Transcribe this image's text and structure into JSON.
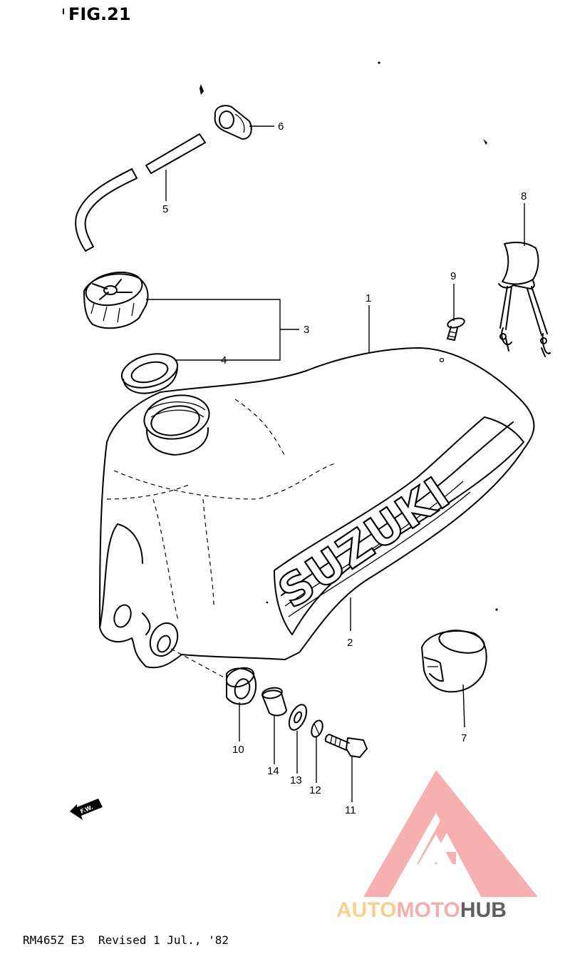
{
  "figure": {
    "title": "FIG.21",
    "caption": "RM465Z E3  Revised 1 Jul., '82"
  },
  "tank_logo": "SUZUKI",
  "callouts": [
    "1",
    "2",
    "3",
    "4",
    "5",
    "6",
    "7",
    "8",
    "9",
    "10",
    "11",
    "12",
    "13",
    "14"
  ],
  "front_arrow": "F.W.",
  "watermark": {
    "brand_auto": "AUTO",
    "brand_moto": "MOTO",
    "brand_hub": "HUB",
    "colors": {
      "auto": "#f5c87a",
      "moto": "#f2a0a0",
      "hub": "#444444",
      "triangle": "#f5a3a3"
    }
  }
}
